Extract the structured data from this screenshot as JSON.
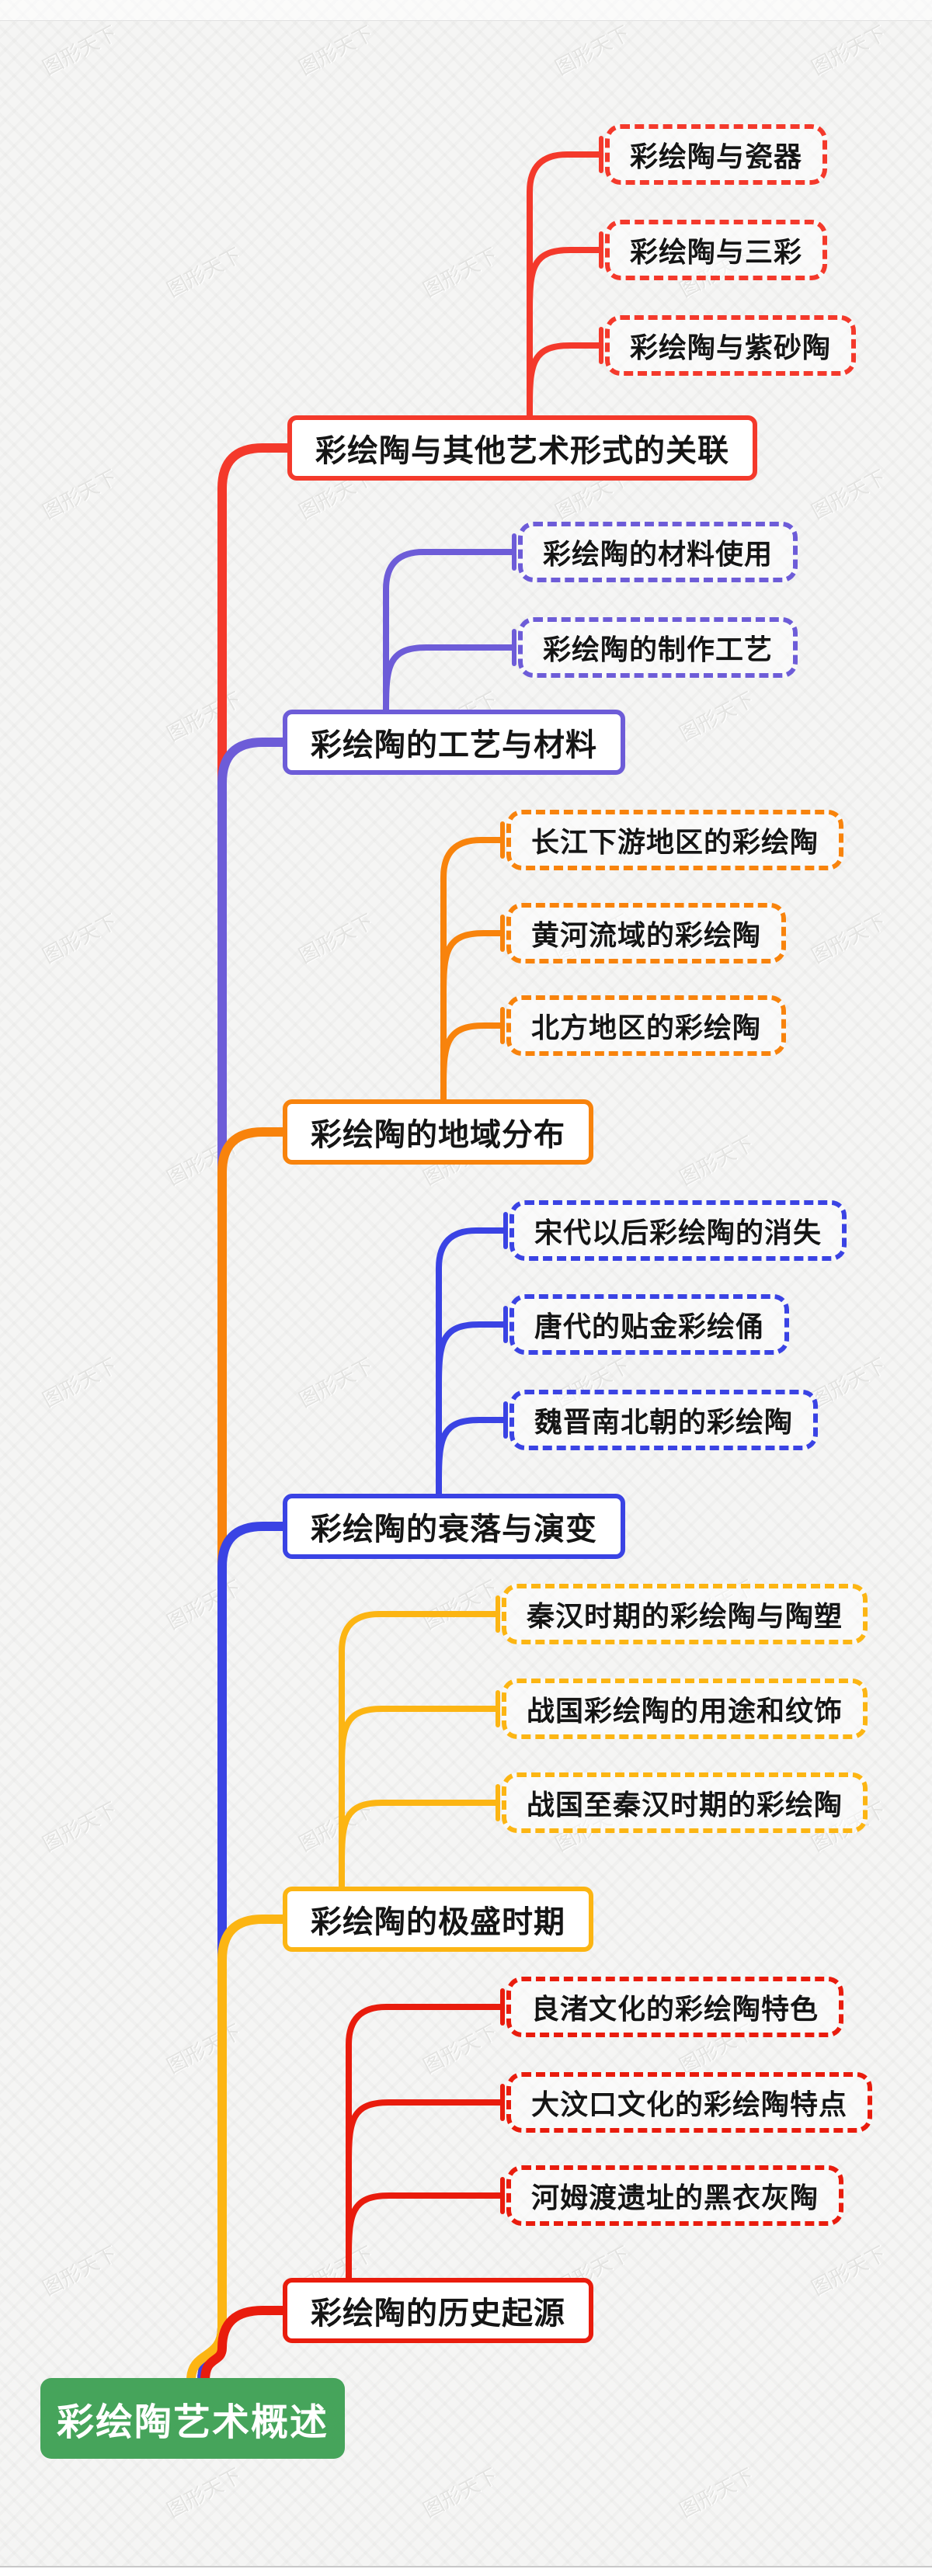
{
  "root": {
    "label": "彩绘陶艺术概述",
    "color": "#46a45b",
    "text_color": "#ffffff"
  },
  "branches": [
    {
      "label": "彩绘陶与其他艺术形式的关联",
      "color": "#f4392b",
      "children": [
        "彩绘陶与瓷器",
        "彩绘陶与三彩",
        "彩绘陶与紫砂陶"
      ]
    },
    {
      "label": "彩绘陶的工艺与材料",
      "color": "#6d5cd8",
      "children": [
        "彩绘陶的材料使用",
        "彩绘陶的制作工艺"
      ]
    },
    {
      "label": "彩绘陶的地域分布",
      "color": "#f8830c",
      "children": [
        "长江下游地区的彩绘陶",
        "黄河流域的彩绘陶",
        "北方地区的彩绘陶"
      ]
    },
    {
      "label": "彩绘陶的衰落与演变",
      "color": "#3a43e4",
      "children": [
        "宋代以后彩绘陶的消失",
        "唐代的贴金彩绘俑",
        "魏晋南北朝的彩绘陶"
      ]
    },
    {
      "label": "彩绘陶的极盛时期",
      "color": "#fcb513",
      "children": [
        "秦汉时期的彩绘陶与陶塑",
        "战国彩绘陶的用途和纹饰",
        "战国至秦汉时期的彩绘陶"
      ]
    },
    {
      "label": "彩绘陶的历史起源",
      "color": "#e91c0d",
      "children": [
        "良渚文化的彩绘陶特色",
        "大汶口文化的彩绘陶特点",
        "河姆渡遗址的黑衣灰陶"
      ]
    }
  ],
  "watermark": {
    "text": "图形天下"
  }
}
